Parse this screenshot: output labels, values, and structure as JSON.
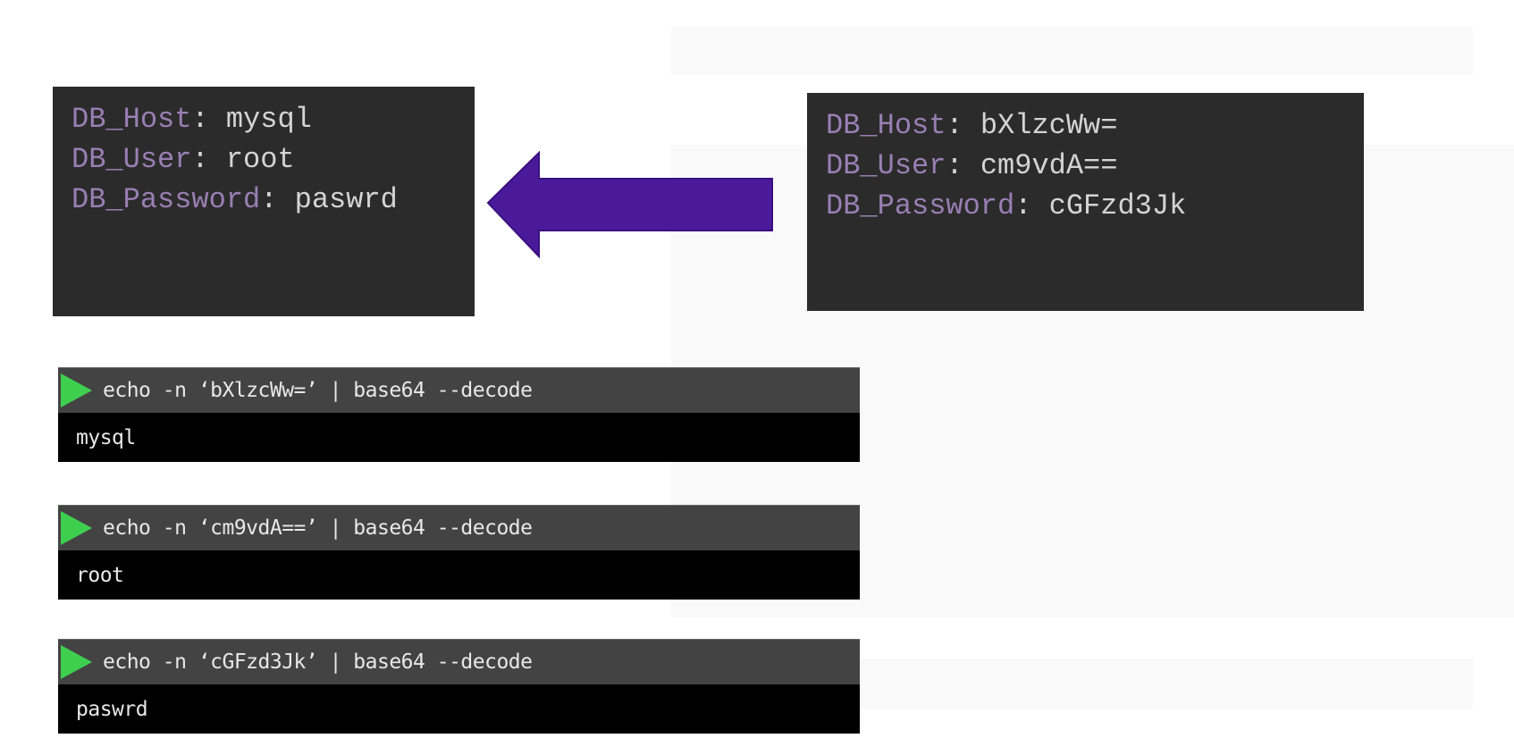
{
  "decoded_box": {
    "lines": [
      {
        "key": "DB_Host",
        "value": "mysql"
      },
      {
        "key": "DB_User",
        "value": "root"
      },
      {
        "key": "DB_Password",
        "value": "paswrd"
      }
    ]
  },
  "encoded_box": {
    "lines": [
      {
        "key": "DB_Host",
        "value": "bXlzcWw="
      },
      {
        "key": "DB_User",
        "value": "cm9vdA=="
      },
      {
        "key": "DB_Password",
        "value": "cGFzd3Jk"
      }
    ]
  },
  "terminals": [
    {
      "command": "echo -n ‘bXlzcWw=’ | base64 --decode",
      "output": "mysql"
    },
    {
      "command": "echo -n ‘cm9vdA==’ | base64 --decode",
      "output": "root"
    },
    {
      "command": "echo -n ‘cGFzd3Jk’ | base64 --decode",
      "output": "paswrd"
    }
  ],
  "colors": {
    "arrow": "#4a1a9a",
    "key": "#9a7fb3",
    "play": "#3fcf4f"
  }
}
